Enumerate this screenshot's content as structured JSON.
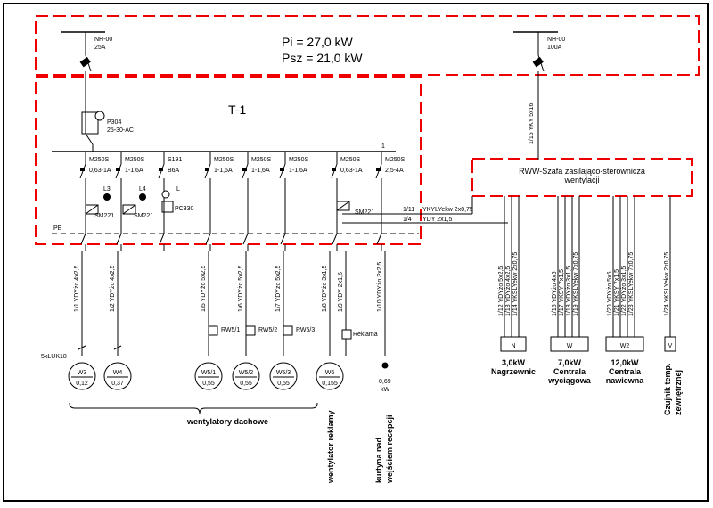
{
  "header": {
    "pi": "Pi = 27,0 kW",
    "psz": "Psz = 21,0 kW",
    "board_name": "T-1"
  },
  "main_fuse": {
    "type": "NH-00",
    "rating": "25A"
  },
  "right_fuse": {
    "type": "NH-00",
    "rating": "100A"
  },
  "meter": {
    "type": "P304",
    "range": "25-30-AC"
  },
  "pe_label": "PE",
  "number_one": "1",
  "breakers": [
    {
      "type": "M250S",
      "setting": "0,63-1A"
    },
    {
      "type": "M250S",
      "setting": "1-1,6A"
    },
    {
      "type": "S191",
      "setting": "B6A"
    },
    {
      "type": "M250S",
      "setting": "1-1,6A"
    },
    {
      "type": "M250S",
      "setting": "1-1,6A"
    },
    {
      "type": "M250S",
      "setting": "1-1,6A"
    },
    {
      "type": "M250S",
      "setting": "0,63-1A"
    },
    {
      "type": "M250S",
      "setting": "2,5-4A"
    }
  ],
  "lamps": {
    "l3": "L3",
    "l4": "L4",
    "l": "L"
  },
  "contactors": {
    "c1": "SM221",
    "c2": "SM221",
    "c3": "SM221",
    "pc": "PC330"
  },
  "feeder_lines": {
    "top": {
      "num": "1/11",
      "cable": "YKYLYekw 2x0,75"
    },
    "bottom": {
      "num": "1/4",
      "cable": "YDY 2x1,5"
    }
  },
  "cabinet": {
    "title_line1": "RWW-Szafa zasilająco-sterownicza",
    "title_line2": "wentylacji"
  },
  "vertical_feed": "1/15 YKY 5x16",
  "cables": [
    "1/1 YDYżo 4x2,5",
    "1/2 YDYżo 4x2,5",
    "1/5 YDYżo 5x2,5",
    "1/6 YDYżo 5x2,5",
    "1/7 YDYżo 5x2,5",
    "1/8 YDYżo 3x1,5",
    "1/9 YDY 2x1,5",
    "1/10 YDYżo 3x2,5"
  ],
  "right_cables": {
    "g1": [
      "1/12 YDYżo 5x2,5",
      "1/13 YDYżo 4x2,5",
      "1/14 YKSLYekw 2x0,75"
    ],
    "g2": [
      "1/16 YDYżo 4x6",
      "1/17 YKSY 7x1,5",
      "1/18 YDYżo 3x1,5",
      "1/19 YKSLYekw 7x0,75"
    ],
    "g3": [
      "1/20 YDYżo 5x6",
      "1/21 YKSY 7x1,5",
      "1/22 YDYżo 3x1,5",
      "1/23 YKSLYekw 7x0,75"
    ],
    "g4": [
      "1/24 YKSLYekw 2x0,75"
    ]
  },
  "switches": {
    "rw1": "RW5/1",
    "rw2": "RW5/2",
    "rw3": "RW5/3",
    "reklama": "Reklama"
  },
  "switch_note": "5xŁUK18",
  "motors": [
    {
      "id": "W3",
      "power": "0,12"
    },
    {
      "id": "W4",
      "power": "0,37"
    },
    {
      "id": "W5/1",
      "power": "0,55"
    },
    {
      "id": "W5/2",
      "power": "0,55"
    },
    {
      "id": "W5/3",
      "power": "0,55"
    },
    {
      "id": "W6",
      "power": "0,155"
    }
  ],
  "curtain": {
    "power": "0,69",
    "unit": "kW"
  },
  "group_label": "wentylatory dachowe",
  "vertical_labels": {
    "ad_fan": "wentylator reklamy",
    "curtain1": "kurtyna nad",
    "curtain2": "wejściem recepcji",
    "sensor1": "Czujnik temp.",
    "sensor2": "zewnętrznej"
  },
  "right_boxes": [
    {
      "code": "N",
      "power": "3,0kW",
      "name1": "Nagrzewnic",
      "name2": ""
    },
    {
      "code": "W",
      "power": "7,0kW",
      "name1": "Centrala",
      "name2": "wyciągowa"
    },
    {
      "code": "W2",
      "power": "12,0kW",
      "name1": "Centrala",
      "name2": "nawiewna"
    },
    {
      "code": "V",
      "power": "",
      "name1": "",
      "name2": ""
    }
  ]
}
